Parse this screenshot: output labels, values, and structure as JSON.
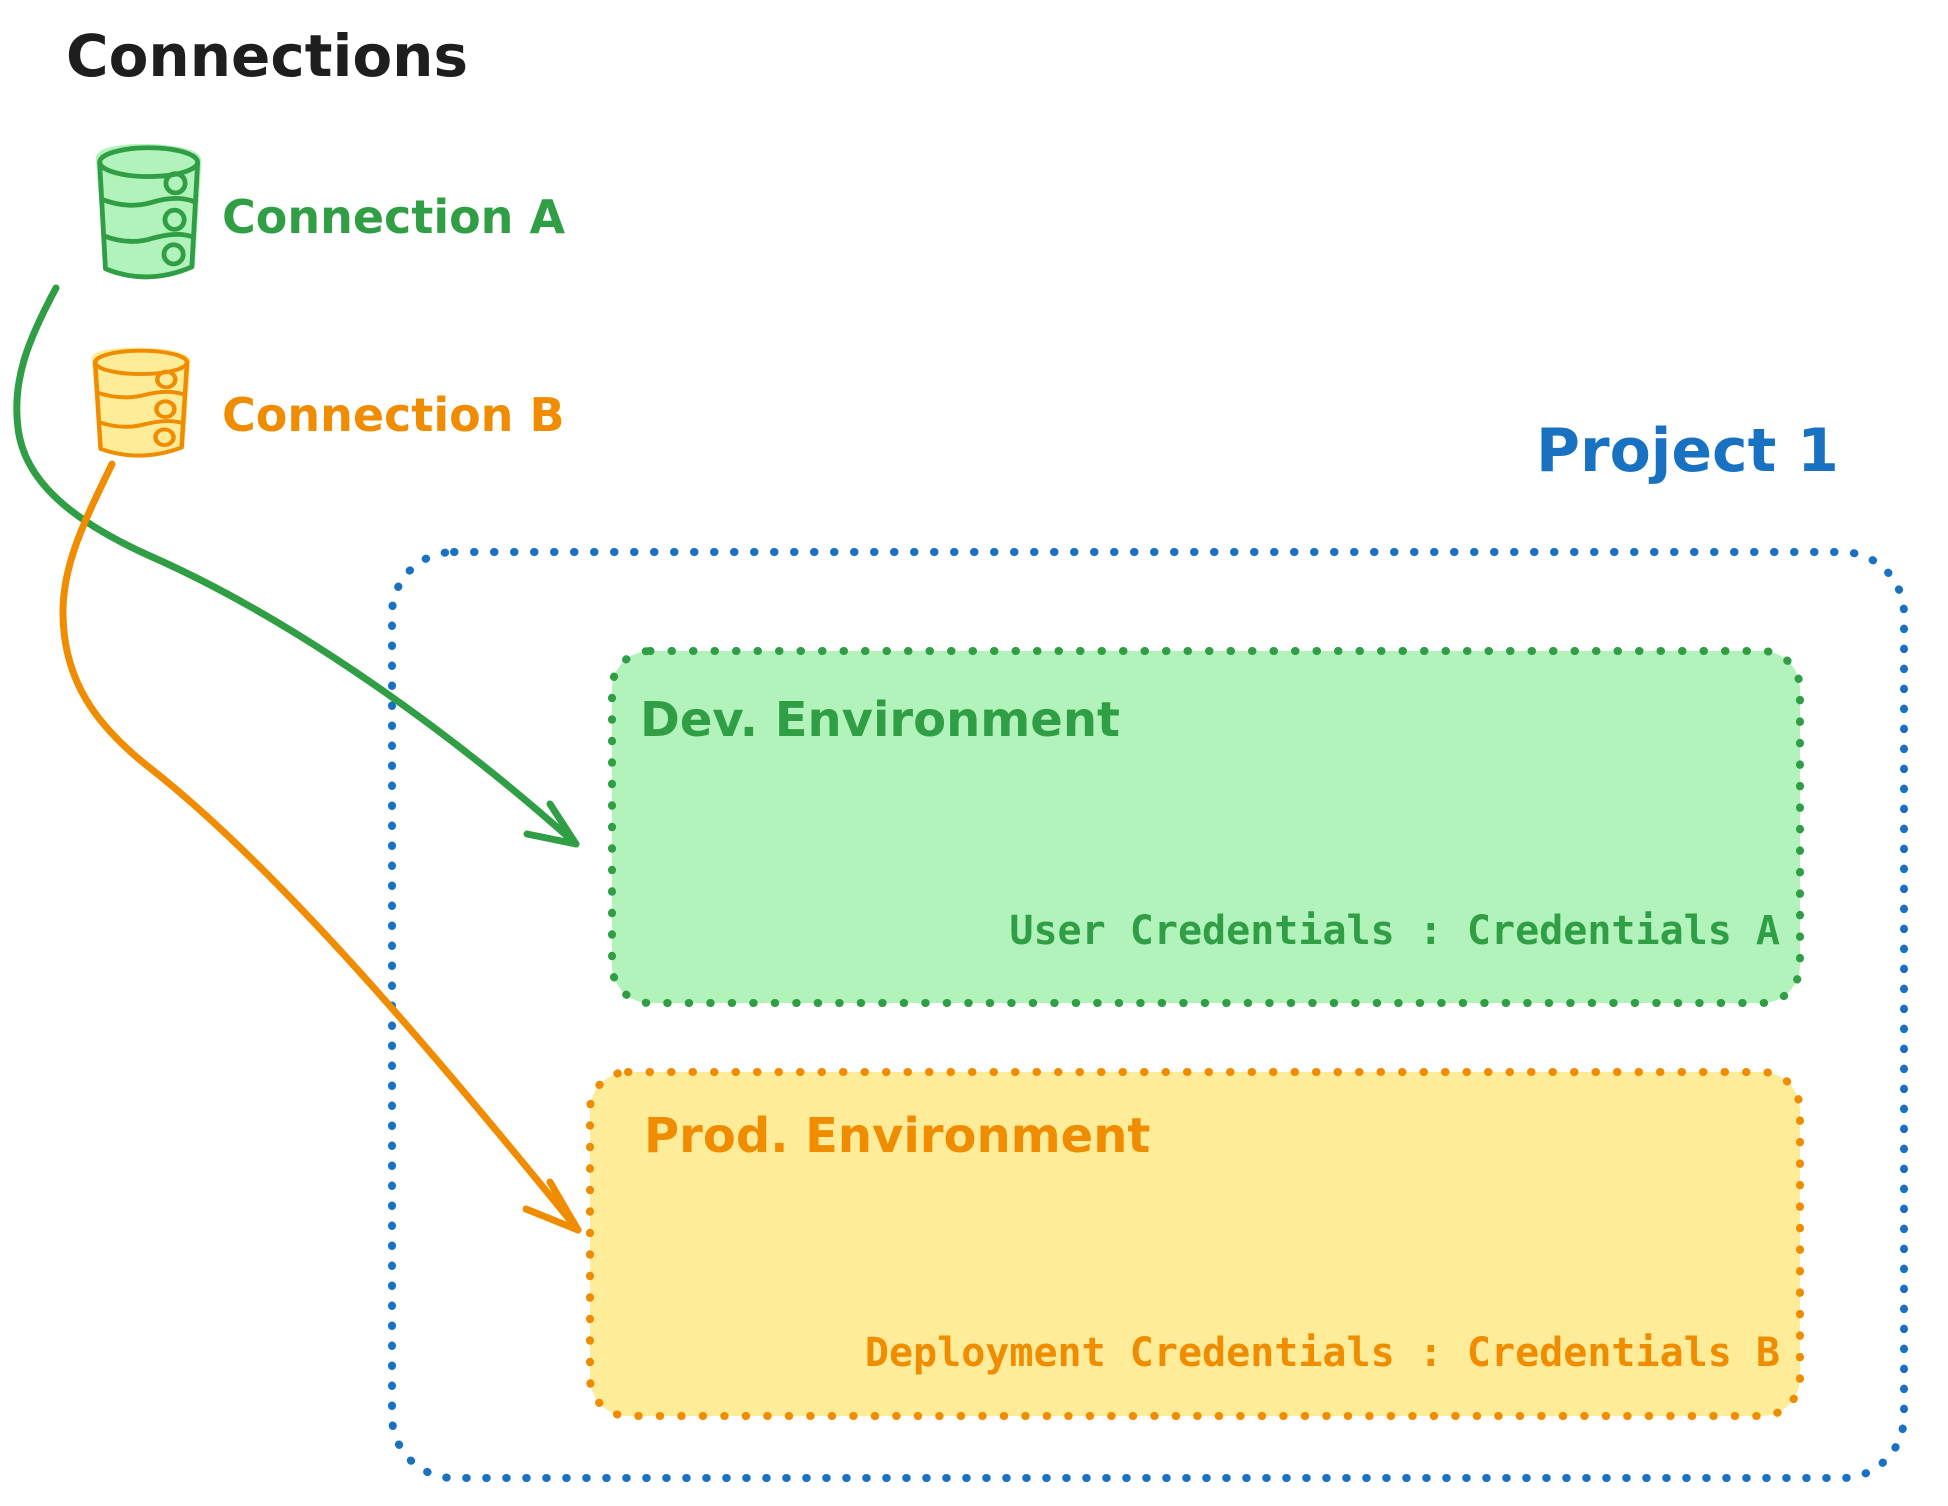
{
  "title": {
    "text": "Connections",
    "color": "#1e1e1e"
  },
  "connections": [
    {
      "label": "Connection A",
      "stroke": "#2f9e44",
      "fill": "#b2f2bb"
    },
    {
      "label": "Connection B",
      "stroke": "#f08c00",
      "fill": "#ffec99"
    }
  ],
  "project": {
    "title": "Project 1",
    "title_color": "#1971c2",
    "border_color": "#1971c2",
    "environments": [
      {
        "name": "Dev. Environment",
        "credentials": "User Credentials : Credentials A",
        "stroke": "#2f9e44",
        "fill": "#b2f2bb"
      },
      {
        "name": "Prod. Environment",
        "credentials": "Deployment Credentials : Credentials B",
        "stroke": "#f08c00",
        "fill": "#ffec99"
      }
    ]
  },
  "arrows": [
    {
      "from": "Connection A",
      "to": "Dev. Environment",
      "color": "#2f9e44"
    },
    {
      "from": "Connection B",
      "to": "Prod. Environment",
      "color": "#f08c00"
    }
  ]
}
